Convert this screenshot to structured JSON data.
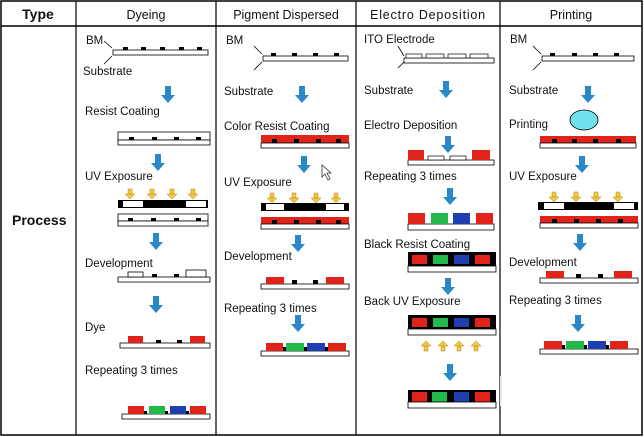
{
  "headers": {
    "type": "Type",
    "dyeing": "Dyeing",
    "pigment": "Pigment Dispersed",
    "electro": "Electro  Deposition",
    "printing": "Printing"
  },
  "row_label": "Process",
  "dyeing": {
    "bm": "BM",
    "substrate": "Substrate",
    "resist": "Resist Coating",
    "uv": "UV Exposure",
    "development": "Development",
    "dye": "Dye",
    "repeating": "Repeating 3 times"
  },
  "pigment": {
    "bm": "BM",
    "substrate": "Substrate",
    "color_resist": "Color Resist Coating",
    "uv": "UV Exposure",
    "development": "Development",
    "repeating": "Repeating 3 times"
  },
  "electro": {
    "ito": "ITO Electrode",
    "substrate": "Substrate",
    "electro_dep": "Electro Deposition",
    "repeating": "Repeating 3 times",
    "black_resist": "Black Resist Coating",
    "back_uv": "Back UV Exposure"
  },
  "printing": {
    "bm": "BM",
    "substrate": "Substrate",
    "printing": "Printing",
    "uv": "UV Exposure",
    "development": "Development",
    "repeating": "Repeating 3 times"
  },
  "colors": {
    "red": "#e2231a",
    "green": "#22b84a",
    "blue": "#1f3fb0",
    "arrow_blue": "#2a87c8",
    "uv_arrow": "#f2c744",
    "print_ball": "#6fe0ee",
    "black": "#000000"
  }
}
